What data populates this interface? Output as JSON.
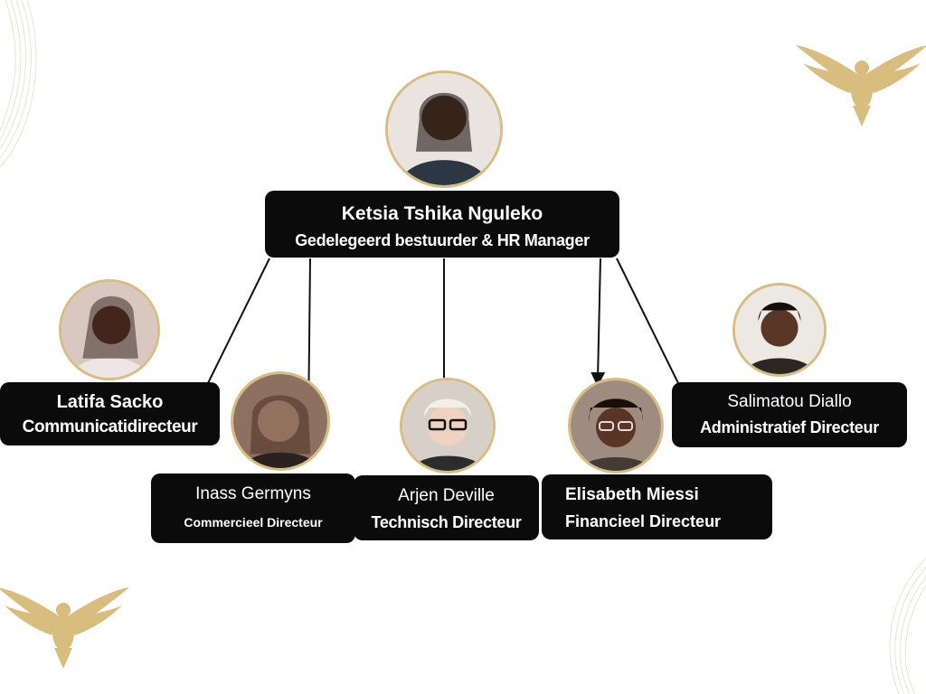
{
  "colors": {
    "gold": "#d7bd84",
    "box": "#0b0b0b",
    "text": "#ffffff",
    "line": "#111111"
  },
  "people": {
    "ceo": {
      "name": "Ketsia Tshika Nguleko",
      "role": "Gedelegeerd bestuurder & HR Manager"
    },
    "p1": {
      "name": "Latifa Sacko",
      "role": "Communicatidirecteur"
    },
    "p2": {
      "name": "Inass Germyns",
      "role": "Commercieel Directeur"
    },
    "p3": {
      "name": "Arjen Deville",
      "role": "Technisch Directeur"
    },
    "p4": {
      "name": "Elisabeth Miessi",
      "role": "Financieel Directeur"
    },
    "p5": {
      "name": "Salimatou Diallo",
      "role": "Administratief Directeur"
    }
  },
  "icons": {
    "ornament": "eagle-icon",
    "photo": "person-photo-icon"
  }
}
